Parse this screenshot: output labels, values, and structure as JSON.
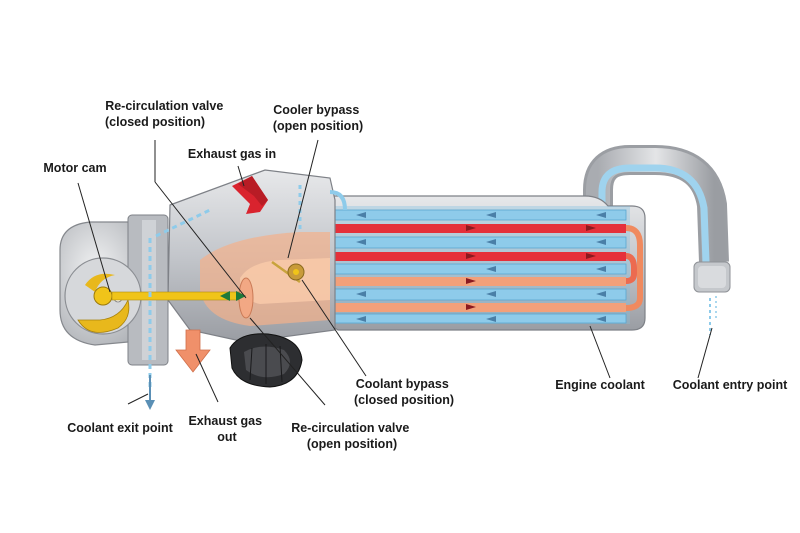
{
  "labels": {
    "recirc_closed": [
      "Re-circulation valve",
      "(closed position)"
    ],
    "cooler_bypass_open": [
      "Cooler bypass",
      "(open position)"
    ],
    "exhaust_in": [
      "Exhaust gas in"
    ],
    "motor_cam": [
      "Motor cam"
    ],
    "coolant_exit": [
      "Coolant exit point"
    ],
    "exhaust_out": [
      "Exhaust gas",
      "out"
    ],
    "recirc_open": [
      "Re-circulation valve",
      "(open position)"
    ],
    "coolant_bypass_closed": [
      "Coolant bypass",
      "(closed position)"
    ],
    "engine_coolant": [
      "Engine coolant"
    ],
    "coolant_entry": [
      "Coolant entry point"
    ]
  },
  "colors": {
    "coolant": "#8ecbea",
    "exhaust_hot": "#e5303a",
    "exhaust_cool": "#f2a07a",
    "housing": "#c9ccd1",
    "housing_dark": "#8d9096",
    "valve_arm": "#f0c419",
    "flow_arrow": "#1f7a3a",
    "exhaust_in_arrow": "#d9232e",
    "exhaust_out_arrow": "#f0906a"
  }
}
